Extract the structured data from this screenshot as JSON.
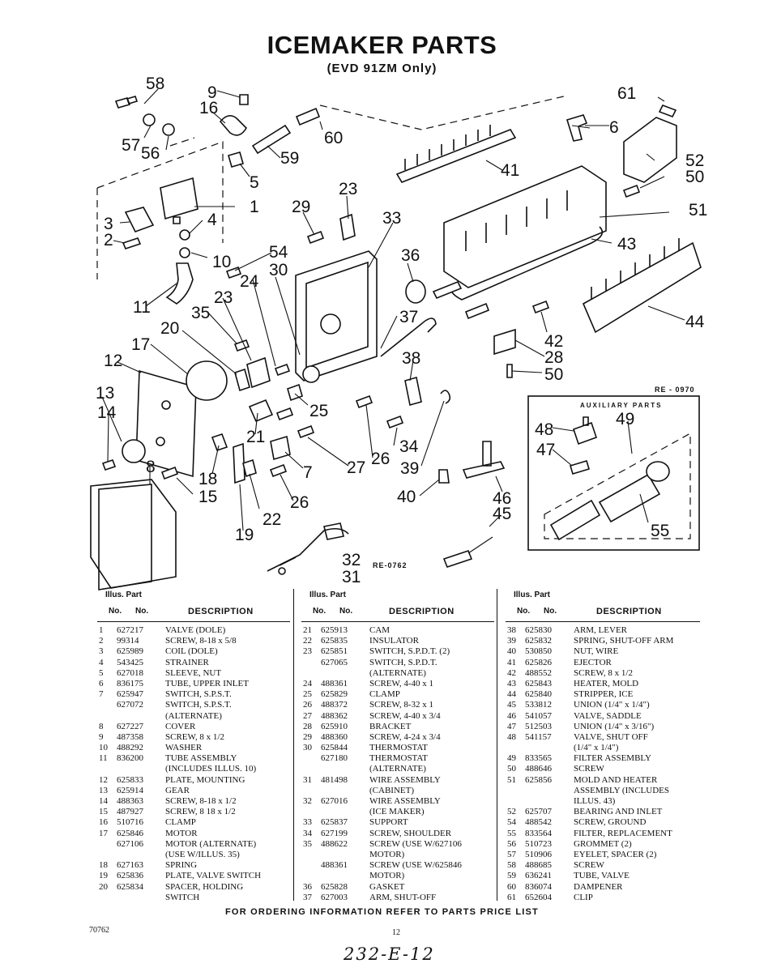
{
  "header": {
    "title": "ICEMAKER PARTS",
    "subtitle": "(EVD 91ZM Only)"
  },
  "diagram": {
    "callouts": [
      "58",
      "9",
      "16",
      "61",
      "57",
      "56",
      "60",
      "6",
      "59",
      "52",
      "41",
      "50",
      "5",
      "23",
      "29",
      "33",
      "1",
      "51",
      "3",
      "4",
      "2",
      "43",
      "54",
      "10",
      "36",
      "30",
      "24",
      "11",
      "23",
      "35",
      "37",
      "42",
      "20",
      "44",
      "17",
      "12",
      "38",
      "28",
      "50",
      "13",
      "25",
      "14",
      "48",
      "21",
      "26",
      "49",
      "47",
      "8",
      "27",
      "7",
      "34",
      "18",
      "39",
      "15",
      "26",
      "46",
      "22",
      "40",
      "45",
      "55",
      "19",
      "32",
      "31"
    ],
    "ref_right": "RE - 0970",
    "ref_left": "RE-0762",
    "aux_label": "AUXILIARY PARTS"
  },
  "table_header": {
    "illus": "Illus. Part",
    "no": "No.",
    "part_no": "No.",
    "description": "DESCRIPTION"
  },
  "parts_columns": [
    [
      [
        "1",
        "627217",
        "VALVE (DOLE)"
      ],
      [
        "2",
        "99314",
        "SCREW, 8-18 x 5/8"
      ],
      [
        "3",
        "625989",
        "COIL (DOLE)"
      ],
      [
        "4",
        "543425",
        "STRAINER"
      ],
      [
        "5",
        "627018",
        "SLEEVE, NUT"
      ],
      [
        "6",
        "836175",
        "TUBE, UPPER INLET"
      ],
      [
        "7",
        "625947",
        "SWITCH, S.P.S.T."
      ],
      [
        "",
        "627072",
        "SWITCH, S.P.S.T."
      ],
      [
        "",
        "",
        "(ALTERNATE)"
      ],
      [
        "8",
        "627227",
        "COVER"
      ],
      [
        "9",
        "487358",
        "SCREW, 8 x 1/2"
      ],
      [
        "10",
        "488292",
        "WASHER"
      ],
      [
        "11",
        "836200",
        "TUBE ASSEMBLY"
      ],
      [
        "",
        "",
        "(INCLUDES ILLUS. 10)"
      ],
      [
        "12",
        "625833",
        "PLATE, MOUNTING"
      ],
      [
        "13",
        "625914",
        "GEAR"
      ],
      [
        "14",
        "488363",
        "SCREW, 8-18 x 1/2"
      ],
      [
        "15",
        "487927",
        "SCREW, 8 18 x 1/2"
      ],
      [
        "16",
        "510716",
        "CLAMP"
      ],
      [
        "17",
        "625846",
        "MOTOR"
      ],
      [
        "",
        "627106",
        "MOTOR (ALTERNATE)"
      ],
      [
        "",
        "",
        "(USE W/ILLUS. 35)"
      ],
      [
        "18",
        "627163",
        "SPRING"
      ],
      [
        "19",
        "625836",
        "PLATE, VALVE SWITCH"
      ],
      [
        "20",
        "625834",
        "SPACER, HOLDING"
      ],
      [
        "",
        "",
        "SWITCH"
      ]
    ],
    [
      [
        "21",
        "625913",
        "CAM"
      ],
      [
        "22",
        "625835",
        "INSULATOR"
      ],
      [
        "23",
        "625851",
        "SWITCH, S.P.D.T. (2)"
      ],
      [
        "",
        "627065",
        "SWITCH, S.P.D.T."
      ],
      [
        "",
        "",
        "(ALTERNATE)"
      ],
      [
        "24",
        "488361",
        "SCREW, 4-40 x 1"
      ],
      [
        "25",
        "625829",
        "CLAMP"
      ],
      [
        "26",
        "488372",
        "SCREW, 8-32 x 1"
      ],
      [
        "27",
        "488362",
        "SCREW, 4-40 x 3/4"
      ],
      [
        "28",
        "625910",
        "BRACKET"
      ],
      [
        "29",
        "488360",
        "SCREW, 4-24 x 3/4"
      ],
      [
        "30",
        "625844",
        "THERMOSTAT"
      ],
      [
        "",
        "627180",
        "THERMOSTAT"
      ],
      [
        "",
        "",
        "(ALTERNATE)"
      ],
      [
        "31",
        "481498",
        "WIRE ASSEMBLY"
      ],
      [
        "",
        "",
        "(CABINET)"
      ],
      [
        "32",
        "627016",
        "WIRE ASSEMBLY"
      ],
      [
        "",
        "",
        "(ICE MAKER)"
      ],
      [
        "33",
        "625837",
        "SUPPORT"
      ],
      [
        "34",
        "627199",
        "SCREW, SHOULDER"
      ],
      [
        "35",
        "488622",
        "SCREW (USE W/627106"
      ],
      [
        "",
        "",
        "MOTOR)"
      ],
      [
        "",
        "488361",
        "SCREW (USE W/625846"
      ],
      [
        "",
        "",
        "MOTOR)"
      ],
      [
        "36",
        "625828",
        "GASKET"
      ],
      [
        "37",
        "627003",
        "ARM, SHUT-OFF"
      ]
    ],
    [
      [
        "38",
        "625830",
        "ARM, LEVER"
      ],
      [
        "39",
        "625832",
        "SPRING, SHUT-OFF ARM"
      ],
      [
        "40",
        "530850",
        "NUT, WIRE"
      ],
      [
        "41",
        "625826",
        "EJECTOR"
      ],
      [
        "42",
        "488552",
        "SCREW, 8 x 1/2"
      ],
      [
        "43",
        "625843",
        "HEATER, MOLD"
      ],
      [
        "44",
        "625840",
        "STRIPPER, ICE"
      ],
      [
        "45",
        "533812",
        "UNION (1/4\" x 1/4\")"
      ],
      [
        "46",
        "541057",
        "VALVE, SADDLE"
      ],
      [
        "47",
        "512503",
        "UNION (1/4\" x 3/16\")"
      ],
      [
        "48",
        "541157",
        "VALVE, SHUT OFF"
      ],
      [
        "",
        "",
        "(1/4\" x 1/4\")"
      ],
      [
        "49",
        "833565",
        "FILTER ASSEMBLY"
      ],
      [
        "50",
        "488646",
        "SCREW"
      ],
      [
        "51",
        "625856",
        "MOLD AND HEATER"
      ],
      [
        "",
        "",
        "ASSEMBLY (INCLUDES"
      ],
      [
        "",
        "",
        "ILLUS. 43)"
      ],
      [
        "52",
        "625707",
        "BEARING AND INLET"
      ],
      [
        "54",
        "488542",
        "SCREW, GROUND"
      ],
      [
        "55",
        "833564",
        "FILTER, REPLACEMENT"
      ],
      [
        "56",
        "510723",
        "GROMMET (2)"
      ],
      [
        "57",
        "510906",
        "EYELET, SPACER (2)"
      ],
      [
        "58",
        "488685",
        "SCREW"
      ],
      [
        "59",
        "636241",
        "TUBE, VALVE"
      ],
      [
        "60",
        "836074",
        "DAMPENER"
      ],
      [
        "61",
        "652604",
        "CLIP"
      ]
    ]
  ],
  "footer": {
    "ordering": "FOR ORDERING INFORMATION REFER TO PARTS PRICE LIST",
    "code": "70762",
    "page_number": "12",
    "handwritten": "232-E-12"
  }
}
